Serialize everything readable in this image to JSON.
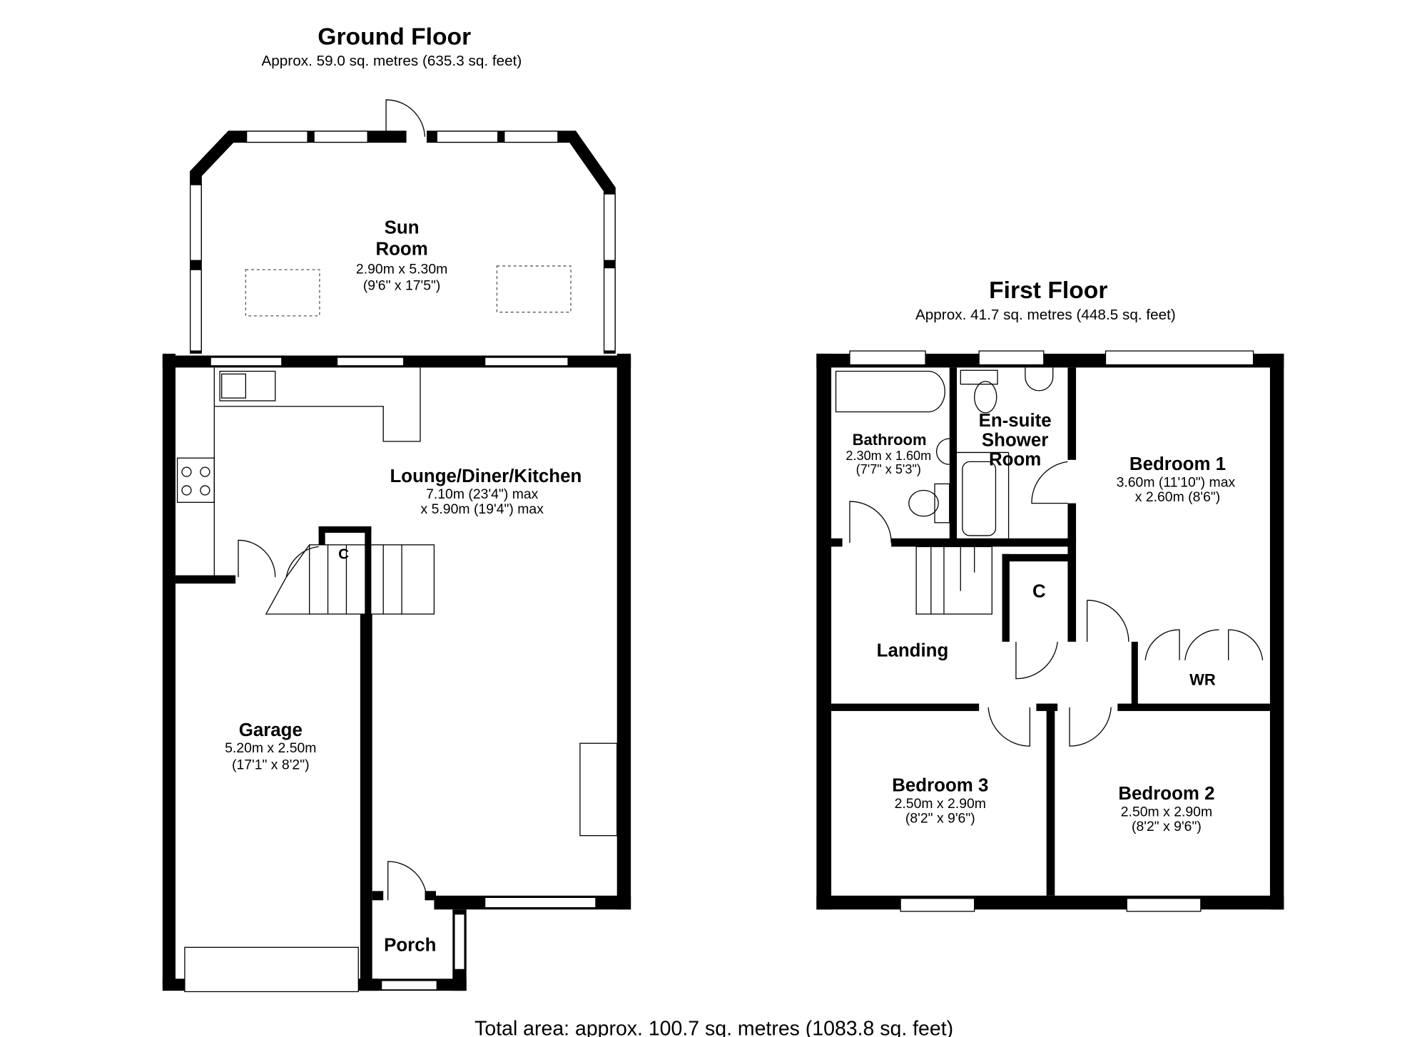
{
  "ground_floor": {
    "title": "Ground Floor",
    "area": "Approx. 59.0 sq. metres (635.3 sq. feet)",
    "rooms": {
      "sun_room": {
        "name_line1": "Sun",
        "name_line2": "Room",
        "dim1": "2.90m x 5.30m",
        "dim2": "(9'6\" x 17'5\")"
      },
      "lounge": {
        "name": "Lounge/Diner/Kitchen",
        "dim1": "7.10m (23'4\") max",
        "dim2": "x 5.90m (19'4\") max"
      },
      "garage": {
        "name": "Garage",
        "dim1": "5.20m x 2.50m",
        "dim2": "(17'1\" x 8'2\")"
      },
      "porch": {
        "name": "Porch"
      },
      "cupboard": {
        "name": "C"
      }
    }
  },
  "first_floor": {
    "title": "First Floor",
    "area": "Approx. 41.7 sq. metres (448.5 sq. feet)",
    "rooms": {
      "bathroom": {
        "name": "Bathroom",
        "dim1": "2.30m x 1.60m",
        "dim2": "(7'7\" x 5'3\")"
      },
      "ensuite": {
        "name_line1": "En-suite",
        "name_line2": "Shower",
        "name_line3": "Room"
      },
      "bedroom1": {
        "name": "Bedroom 1",
        "dim1": "3.60m (11'10\") max",
        "dim2": "x 2.60m (8'6\")"
      },
      "landing": {
        "name": "Landing"
      },
      "cupboard": {
        "name": "C"
      },
      "wardrobe": {
        "name": "WR"
      },
      "bedroom3": {
        "name": "Bedroom 3",
        "dim1": "2.50m x 2.90m",
        "dim2": "(8'2\" x 9'6\")"
      },
      "bedroom2": {
        "name": "Bedroom 2",
        "dim1": "2.50m x 2.90m",
        "dim2": "(8'2\" x 9'6\")"
      }
    }
  },
  "total_area": "Total area: approx. 100.7 sq. metres (1083.8 sq. feet)"
}
